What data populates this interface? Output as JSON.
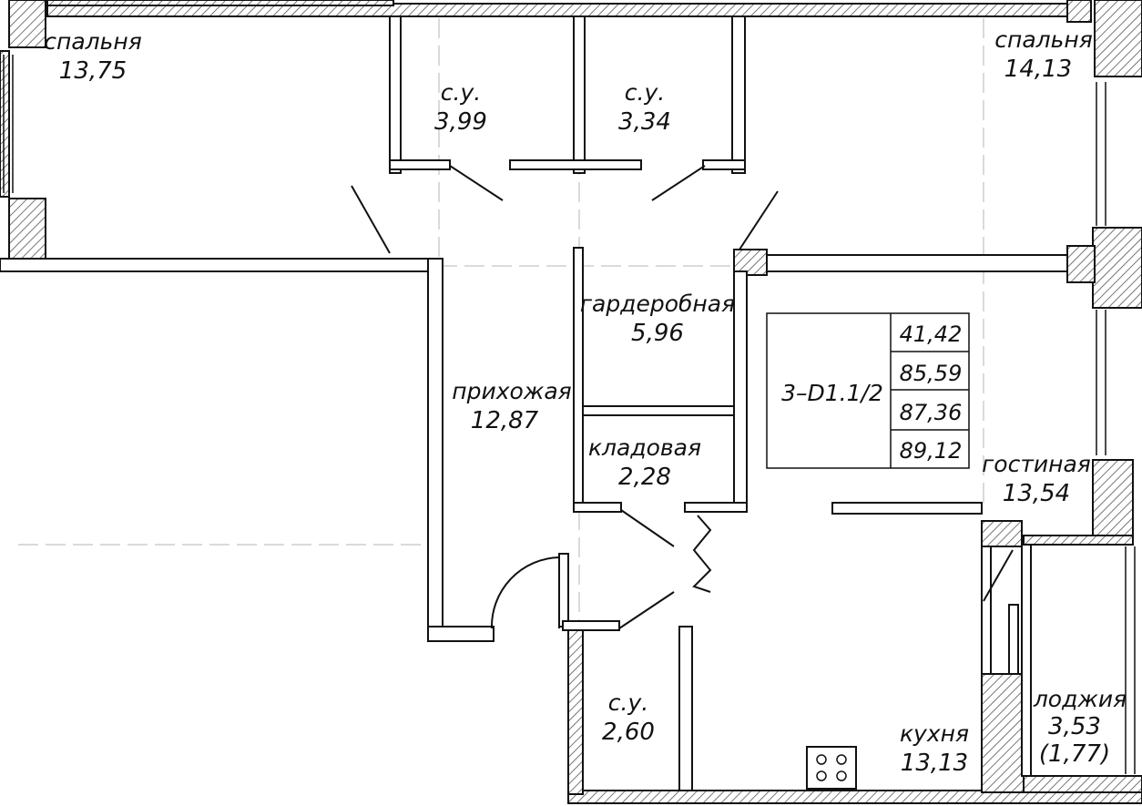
{
  "rooms": {
    "bedroom_left": {
      "name": "спальня",
      "area": "13,75"
    },
    "bath_top_1": {
      "name": "с.у.",
      "area": "3,99"
    },
    "bath_top_2": {
      "name": "с.у.",
      "area": "3,34"
    },
    "bedroom_right": {
      "name": "спальня",
      "area": "14,13"
    },
    "wardrobe": {
      "name": "гардеробная",
      "area": "5,96"
    },
    "hall": {
      "name": "прихожая",
      "area": "12,87"
    },
    "storage": {
      "name": "кладовая",
      "area": "2,28"
    },
    "living": {
      "name": "гостиная",
      "area": "13,54"
    },
    "bath_bottom": {
      "name": "с.у.",
      "area": "2,60"
    },
    "kitchen": {
      "name": "кухня",
      "area": "13,13"
    },
    "loggia": {
      "name": "лоджия",
      "area": "3,53",
      "reduced_area": "(1,77)"
    }
  },
  "summary_table": {
    "apartment_code": "3–D1.1/2",
    "values": [
      "41,42",
      "85,59",
      "87,36",
      "89,12"
    ]
  },
  "colors": {
    "ink": "#111111",
    "hatch": "#555555",
    "axis": "#b5b5b5",
    "paper": "#ffffff"
  }
}
